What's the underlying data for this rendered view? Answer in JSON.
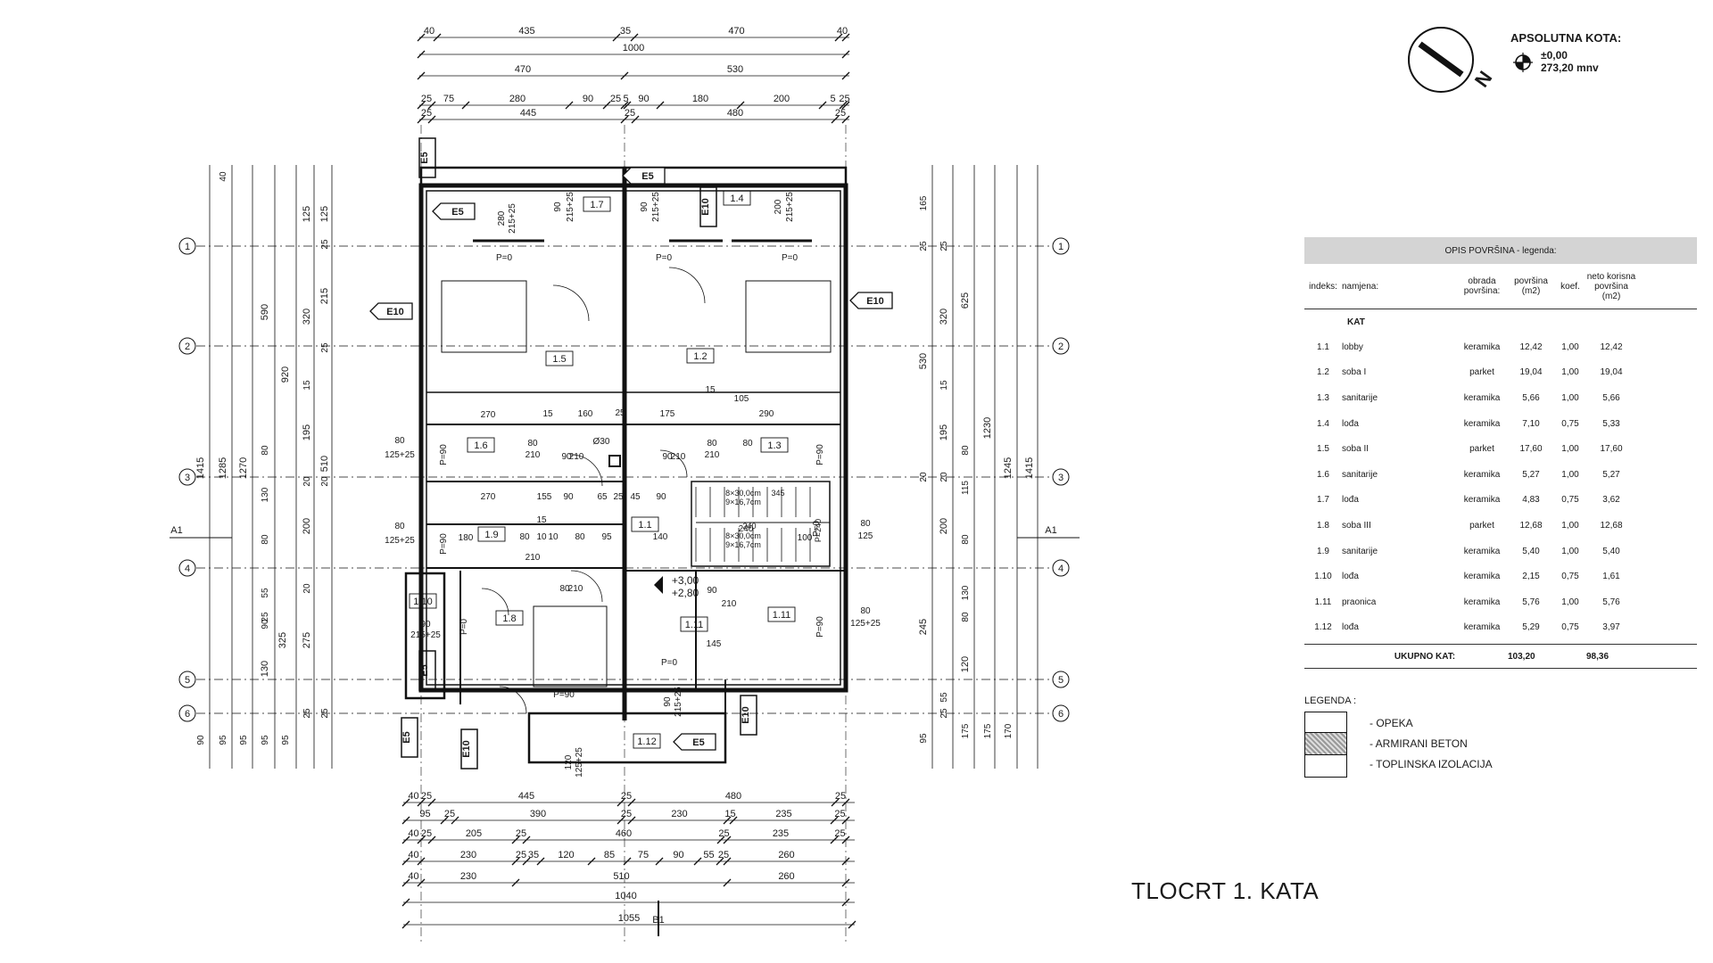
{
  "drawing": {
    "title": "TLOCRT 1. KATA",
    "compass_letter": "N",
    "apsolutna_kota": {
      "label": "APSOLUTNA KOTA:",
      "zero": "±0,00",
      "mnv": "273,20 mnv"
    },
    "axes": [
      "1",
      "2",
      "3",
      "4",
      "5",
      "6"
    ],
    "section_marks": {
      "a": "A1",
      "b": "B1"
    },
    "top_dims": {
      "row1": [
        "40",
        "435",
        "35",
        "470",
        "40"
      ],
      "row2": [
        "1000"
      ],
      "row3": [
        "470",
        "530"
      ],
      "row4": [
        "25",
        "75",
        "280",
        "90",
        "25",
        "5",
        "90",
        "180",
        "200",
        "5",
        "25"
      ],
      "row5": [
        "25",
        "445",
        "25",
        "480",
        "25"
      ]
    },
    "bottom_dims": {
      "row1": [
        "40",
        "25",
        "445",
        "25",
        "480",
        "25"
      ],
      "row2": [
        "95",
        "25",
        "390",
        "25",
        "230",
        "15",
        "235",
        "25"
      ],
      "row3": [
        "40",
        "25",
        "205",
        "25",
        "460",
        "25",
        "235",
        "25"
      ],
      "row4": [
        "40",
        "230",
        "25",
        "35",
        "120",
        "85",
        "75",
        "90",
        "55",
        "25",
        "260"
      ],
      "row5": [
        "40",
        "230",
        "510",
        "260"
      ],
      "row6": [
        "1040"
      ],
      "row7": [
        "1055"
      ]
    },
    "left_dims": {
      "outer": "1415",
      "c2": "1285",
      "c3": "1270",
      "c4_a": "590",
      "c4_b": "920",
      "c5_a": "125",
      "c5_b": "320",
      "c5_c": "195",
      "c5_d": "200",
      "c5_e": "325",
      "c5_f": "130",
      "c6_a": "125",
      "c6_b": "215",
      "c6_c": "510",
      "c6_d": "275",
      "misc": [
        "40",
        "25",
        "25",
        "15",
        "80",
        "130",
        "80",
        "55",
        "25",
        "20",
        "90",
        "95",
        "95",
        "95",
        "95",
        "90",
        "25",
        "25",
        "20",
        "20"
      ]
    },
    "right_dims": {
      "outer": "1415",
      "c2": "1245",
      "c3": "1230",
      "c4_a": "625",
      "c4_b": "530",
      "c5_a": "165",
      "c5_b": "320",
      "c5_c": "195",
      "c5_d": "200",
      "c5_e": "245",
      "c5_f": "120",
      "misc": [
        "165",
        "25",
        "25",
        "15",
        "80",
        "115",
        "80",
        "130",
        "80",
        "55",
        "25",
        "95",
        "175",
        "175",
        "170",
        "20",
        "20"
      ]
    },
    "tags": {
      "e5": "E5",
      "e10": "E10"
    },
    "room_labels": [
      "1.1",
      "1.2",
      "1.3",
      "1.4",
      "1.5",
      "1.6",
      "1.7",
      "1.8",
      "1.9",
      "1.10",
      "1.11",
      "1.11",
      "1.12"
    ],
    "window_labels": [
      "280",
      "215+25",
      "90",
      "215+25",
      "90",
      "215+25",
      "200",
      "215+25",
      "80",
      "125+25",
      "80",
      "125+25",
      "80",
      "125",
      "80",
      "125+25",
      "90",
      "215+25",
      "120",
      "125+25",
      "90",
      "215+25"
    ],
    "p_labels": [
      "P=0",
      "P=0",
      "P=0",
      "P=90",
      "P=90",
      "P=90",
      "P=0",
      "P=0",
      "P=90",
      "P=90",
      "P=0"
    ],
    "inner_dims": [
      "270",
      "15",
      "160",
      "25",
      "175",
      "15",
      "105",
      "290",
      "80",
      "210",
      "90",
      "210",
      "90",
      "210",
      "80",
      "210",
      "80",
      "270",
      "155",
      "90",
      "65",
      "25",
      "45",
      "90",
      "180",
      "80",
      "10",
      "10",
      "80",
      "95",
      "140",
      "240",
      "100",
      "15",
      "210",
      "80",
      "210",
      "90",
      "210",
      "Ø30",
      "145"
    ],
    "stair_labels": [
      "8×30,0cm",
      "9×16,7cm",
      "8×30,0cm",
      "9×16,7cm",
      "345",
      "240",
      "P=240"
    ],
    "level_labels": [
      "+3,00",
      "+2,80"
    ]
  },
  "table": {
    "header": "OPIS POVRŠINA - legenda:",
    "columns": [
      "indeks:",
      "namjena:",
      "obrada površina:",
      "površina (m2)",
      "koef.",
      "neto korisna površina (m2)"
    ],
    "group": "KAT",
    "rows": [
      [
        "1.1",
        "lobby",
        "keramika",
        "12,42",
        "1,00",
        "12,42"
      ],
      [
        "1.2",
        "soba I",
        "parket",
        "19,04",
        "1,00",
        "19,04"
      ],
      [
        "1.3",
        "sanitarije",
        "keramika",
        "5,66",
        "1,00",
        "5,66"
      ],
      [
        "1.4",
        "lođa",
        "keramika",
        "7,10",
        "0,75",
        "5,33"
      ],
      [
        "1.5",
        "soba II",
        "parket",
        "17,60",
        "1,00",
        "17,60"
      ],
      [
        "1.6",
        "sanitarije",
        "keramika",
        "5,27",
        "1,00",
        "5,27"
      ],
      [
        "1.7",
        "lođa",
        "keramika",
        "4,83",
        "0,75",
        "3,62"
      ],
      [
        "1.8",
        "soba III",
        "parket",
        "12,68",
        "1,00",
        "12,68"
      ],
      [
        "1.9",
        "sanitarije",
        "keramika",
        "5,40",
        "1,00",
        "5,40"
      ],
      [
        "1.10",
        "lođa",
        "keramika",
        "2,15",
        "0,75",
        "1,61"
      ],
      [
        "1.11",
        "praonica",
        "keramika",
        "5,76",
        "1,00",
        "5,76"
      ],
      [
        "1.12",
        "lođa",
        "keramika",
        "5,29",
        "0,75",
        "3,97"
      ]
    ],
    "total": {
      "label": "UKUPNO KAT:",
      "area": "103,20",
      "net": "98,36"
    }
  },
  "legend": {
    "title": "LEGENDA :",
    "items": [
      "- OPEKA",
      "- ARMIRANI BETON",
      "- TOPLINSKA IZOLACIJA"
    ]
  }
}
